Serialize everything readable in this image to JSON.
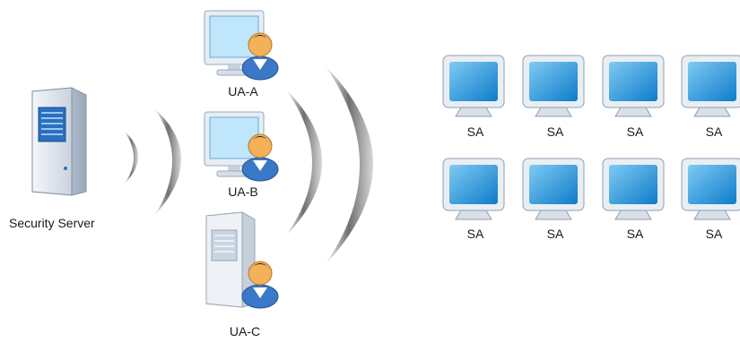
{
  "security_server": {
    "label": "Security Server"
  },
  "user_agents": [
    {
      "id": "ua-a",
      "label": "UA-A",
      "device": "monitor"
    },
    {
      "id": "ua-b",
      "label": "UA-B",
      "device": "monitor"
    },
    {
      "id": "ua-c",
      "label": "UA-C",
      "device": "tower"
    }
  ],
  "secure_agents": {
    "rows": [
      [
        "SA",
        "SA",
        "SA",
        "SA"
      ],
      [
        "SA",
        "SA",
        "SA",
        "SA"
      ]
    ]
  },
  "colors": {
    "screen_blue": "#1a8fd8",
    "screen_light": "#bfe6fb",
    "bezel": "#e9eef3",
    "wave_gray": "#8a8a8a",
    "person_shirt": "#3a78c8",
    "person_skin": "#f3b15a"
  }
}
